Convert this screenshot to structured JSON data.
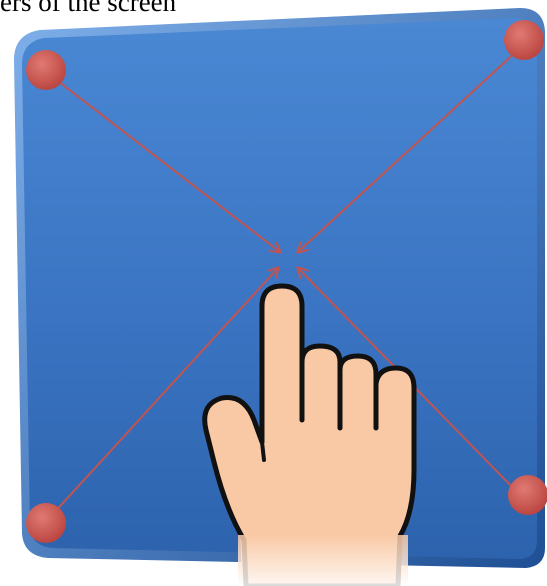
{
  "caption": {
    "text": "ers of the screen"
  },
  "colors": {
    "screen_fill_light": "#4a86d2",
    "screen_fill_dark": "#2a5ea5",
    "corner_dot": "#c9534e",
    "arrow": "#c25450",
    "skin": "#f9c9a5",
    "outline": "#111111"
  },
  "corner_points": [
    "top-left",
    "top-right",
    "bottom-left",
    "bottom-right"
  ],
  "icons": {
    "hand": "pointing-hand-icon"
  }
}
